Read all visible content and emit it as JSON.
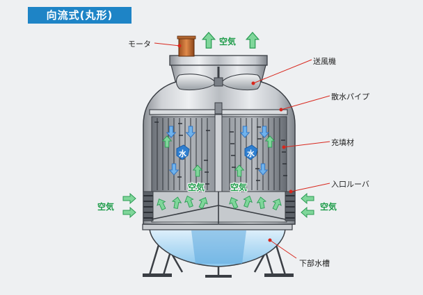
{
  "title": "向流式(丸形)",
  "labels": {
    "motor": "モータ",
    "fan": "送風機",
    "spray_pipe": "散水パイプ",
    "fill": "充填材",
    "inlet_louver": "入口ルーバ",
    "lower_tank": "下部水槽"
  },
  "flow": {
    "air_top": "空気",
    "air_left": "空気",
    "air_right": "空気",
    "air_inner_left": "空気",
    "air_inner_right": "空気",
    "water_left": "水",
    "water_right": "水"
  },
  "colors": {
    "title_bg": "#1e84c6",
    "air_green": "#1c9b48",
    "water_blue": "#2f7fd0",
    "leader_red": "#d8261c",
    "motor": "#c0692e"
  }
}
